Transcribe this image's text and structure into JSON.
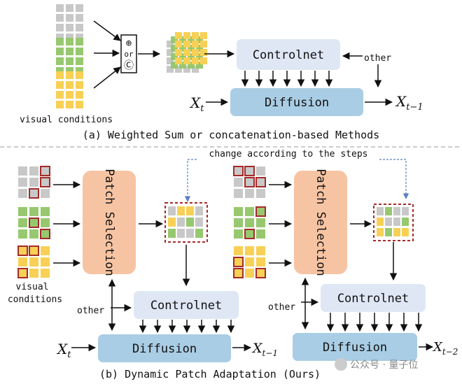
{
  "colors": {
    "gray_patch": "#c8c8c8",
    "green_patch": "#97c86f",
    "yellow_patch": "#f7d055",
    "highlight_border": "#a52a2a",
    "controlnet_fill": "#dfe7f5",
    "diffusion_fill": "#a9cde4",
    "patch_selection_fill": "#f7c4a3",
    "step_arrow": "#5b7fc1",
    "separator": "#bbbbbb"
  },
  "top": {
    "visual_conditions_label": "visual conditions",
    "operator": {
      "plus": "⊕",
      "or": "or",
      "concat": "Ⓒ"
    },
    "controlnet_label": "Controlnet",
    "diffusion_label": "Diffusion",
    "other_label": "other",
    "input_label": "X",
    "input_sub": "t",
    "output_label": "X",
    "output_sub": "t−1",
    "caption": "(a) Weighted Sum or concatenation-based Methods"
  },
  "bottom": {
    "step_note": "change according to the steps",
    "visual_conditions_line1": "visual",
    "visual_conditions_line2": "conditions",
    "left": {
      "patch_selection_label": "Patch Selection",
      "controlnet_label": "Controlnet",
      "diffusion_label": "Diffusion",
      "other_label": "other",
      "input_label": "X",
      "input_sub": "t",
      "output_label": "X",
      "output_sub": "t−1"
    },
    "right": {
      "patch_selection_label": "Patch Selection",
      "controlnet_label": "Controlnet",
      "diffusion_label": "Diffusion",
      "other_label": "other",
      "output_label": "X",
      "output_sub": "t−2"
    },
    "caption": "(b) Dynamic Patch Adaptation (Ours)"
  },
  "watermark": "公众号 · 量子位"
}
